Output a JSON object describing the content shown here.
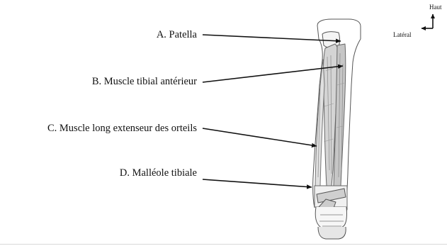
{
  "labels": {
    "a": "A. Patella",
    "b": "B. Muscle tibial antérieur",
    "c": "C. Muscle long extenseur des orteils",
    "d": "D. Malléole tibiale"
  },
  "orientation": {
    "up": "Haut",
    "lateral": "Latéral"
  },
  "icons": {
    "orientation": "corner-arrows-icon",
    "pointer": "arrow-icon"
  },
  "colors": {
    "ink": "#111111",
    "sketch": "#555555",
    "muscle_fill": "#cfcfcf"
  }
}
